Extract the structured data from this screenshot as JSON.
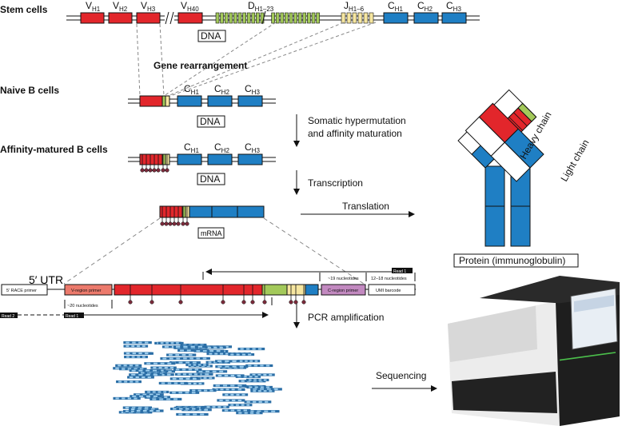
{
  "rows": {
    "stem": "Stem cells",
    "naive": "Naive B cells",
    "affinity": "Affinity-matured B cells"
  },
  "segments": {
    "v": [
      "V",
      "H1",
      "V",
      "H2",
      "V",
      "H3",
      "V",
      "H40"
    ],
    "d": [
      "D",
      "H1–23"
    ],
    "j": [
      "J",
      "H1–6"
    ],
    "c": [
      "C",
      "H1",
      "C",
      "H2",
      "C",
      "H3"
    ]
  },
  "labels": {
    "dna": "DNA",
    "mrna": "mRNA",
    "gene_rearrangement": "Gene rearrangement",
    "somatic1": "Somatic hypermutation",
    "somatic2": "and affinity maturation",
    "transcription": "Transcription",
    "translation": "Translation",
    "heavy_chain": "Heavy chain",
    "light_chain": "Light chain",
    "protein": "Protein (immunoglobulin)",
    "utr": "5′ UTR",
    "race_primer": "5′ RACE primer",
    "v_primer": "V-region primer",
    "c_primer": "C-region primer",
    "umi": "UMI barcode",
    "nt20": "~20 nucleotides",
    "nt19": "~19 nucleotides",
    "nt12": "12–18 nucleotides",
    "read1": "Read 1",
    "read2": "Read 2",
    "pcr": "PCR amplification",
    "sequencing": "Sequencing"
  },
  "colors": {
    "v": "#e2262b",
    "d": "#a3c95a",
    "j": "#f6e6a0",
    "c": "#1f7fc4",
    "v_primer": "#ec7a6c",
    "c_primer": "#c289c0",
    "mutation": "#7a2a3a"
  }
}
